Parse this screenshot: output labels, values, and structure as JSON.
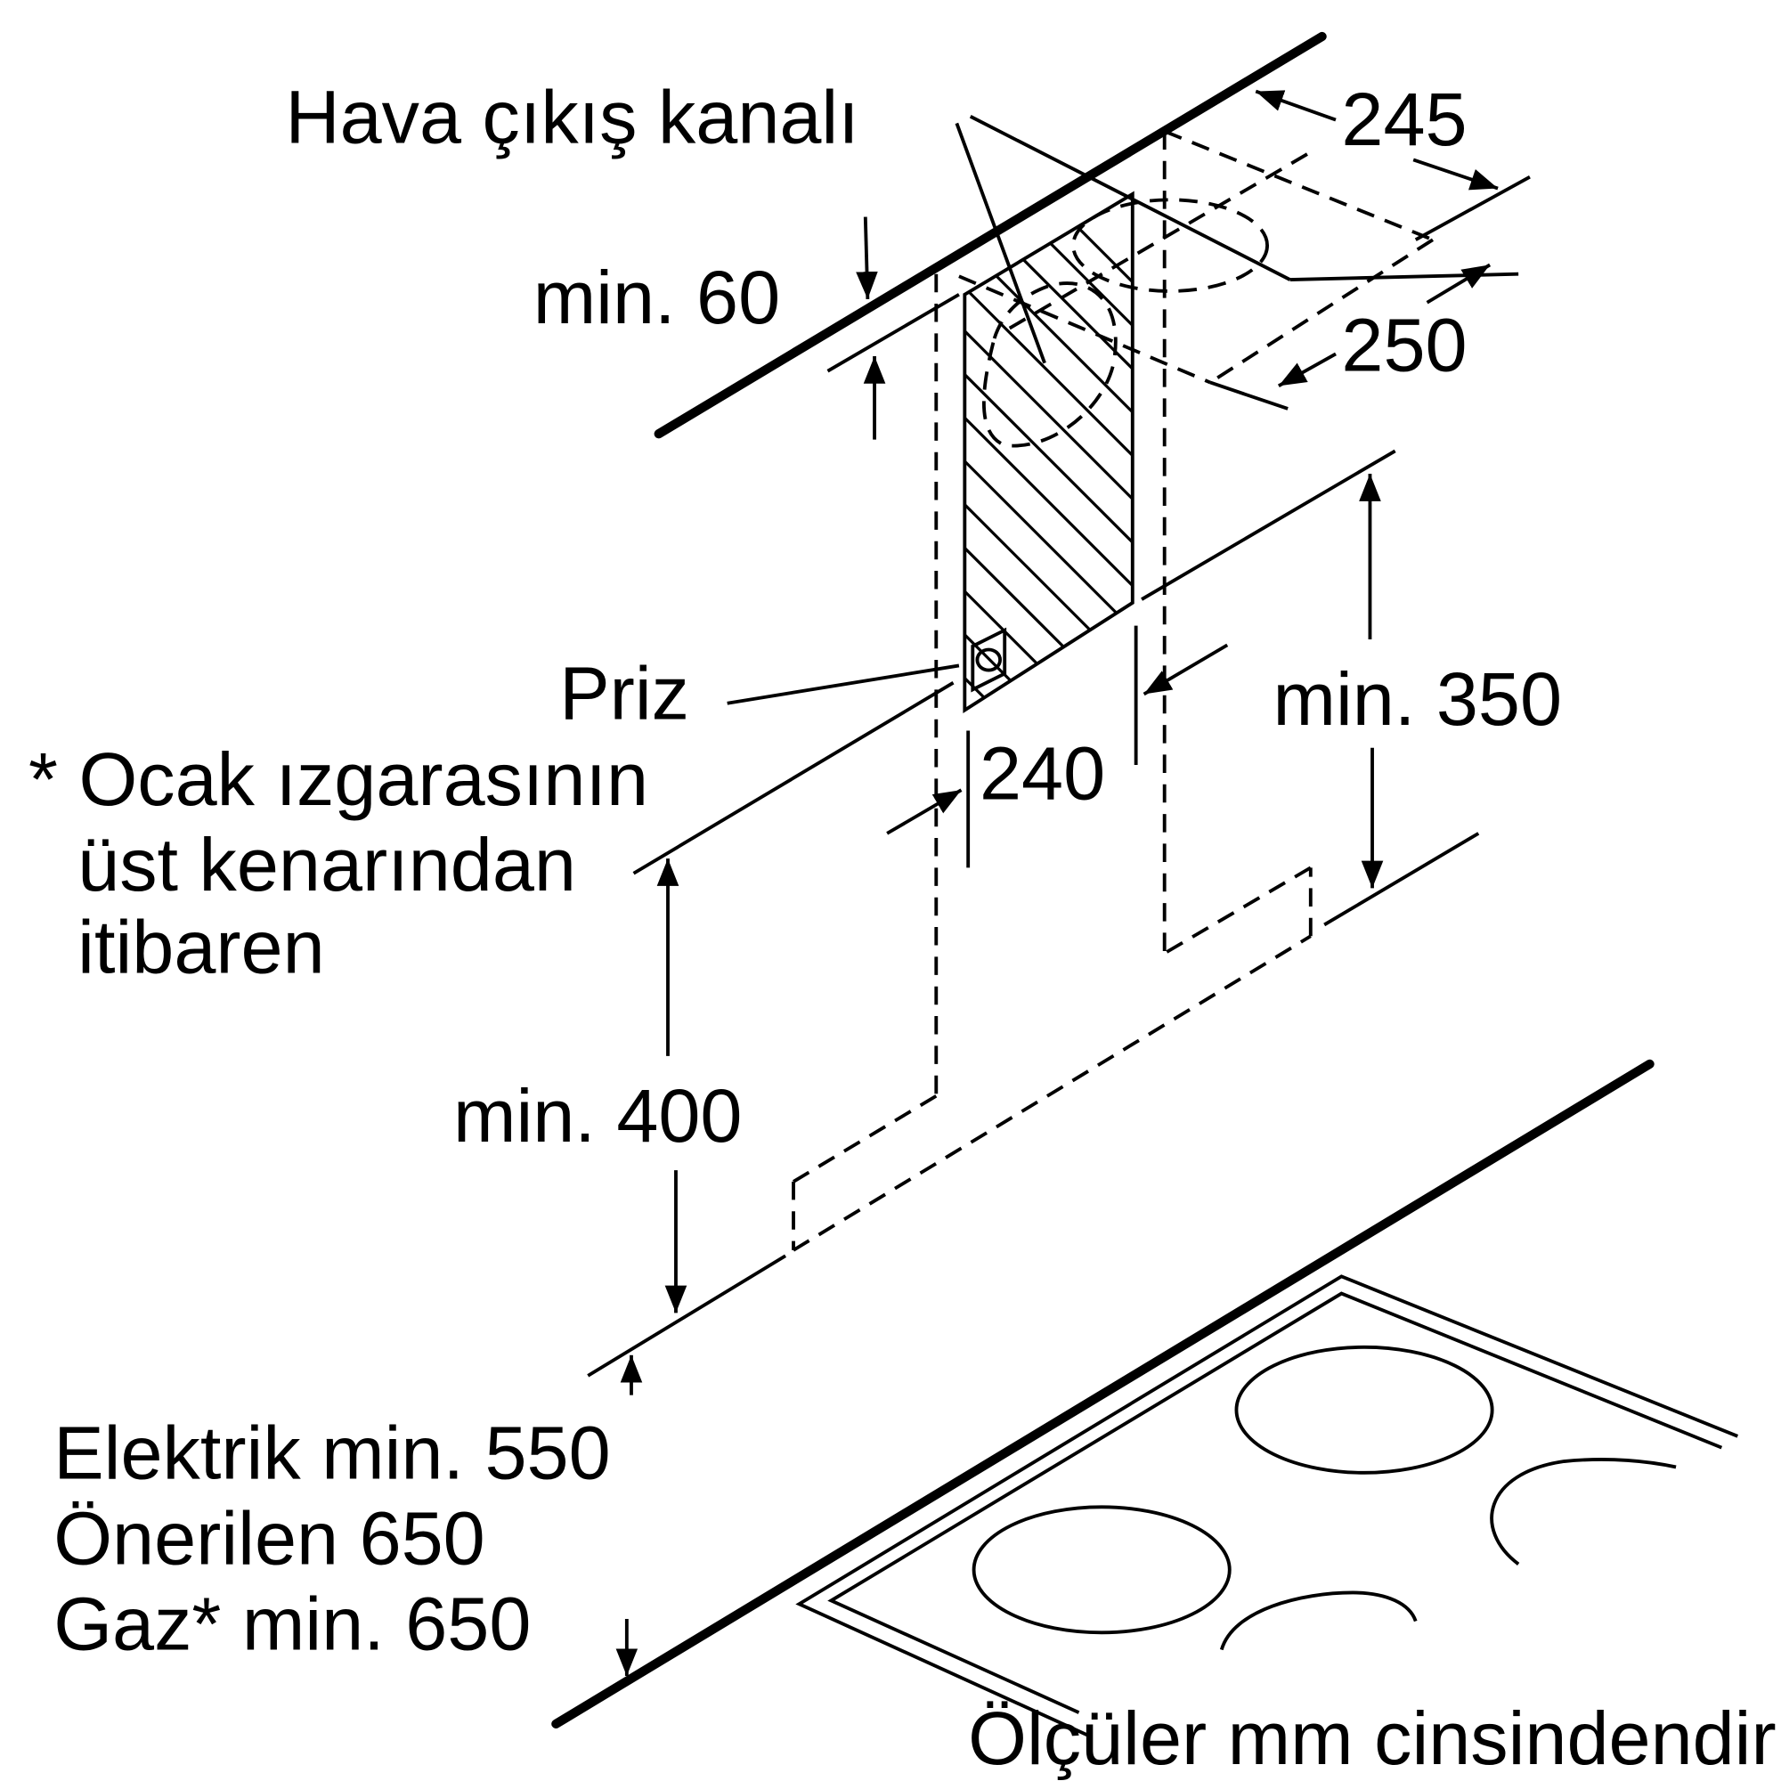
{
  "labels": {
    "air_outlet": "Hava çıkış kanalı",
    "socket": "Priz",
    "note_line1": "* Ocak ızgarasının",
    "note_line2": "üst kenarından",
    "note_line3": "itibaren",
    "electric": "Elektrik min. 550",
    "recommended": "Önerilen 650",
    "gas": "Gaz* min. 650",
    "units": "Ölçüler mm cinsindendir"
  },
  "dimensions": {
    "d245": "245",
    "d250": "250",
    "min60": "min. 60",
    "d240": "240",
    "min350": "min. 350",
    "min400": "min. 400"
  }
}
